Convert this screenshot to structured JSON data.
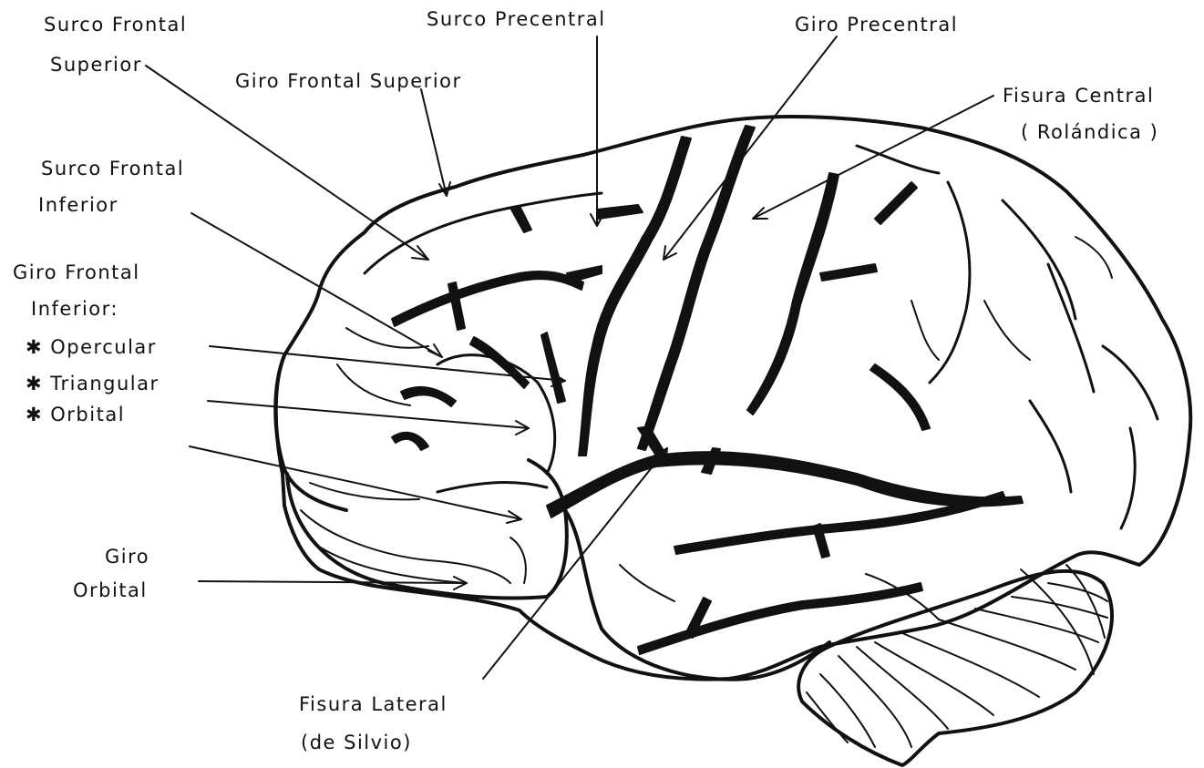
{
  "labels": {
    "surco_frontal_superior_1": "Surco Frontal",
    "surco_frontal_superior_2": "Superior",
    "surco_precentral": "Surco Precentral",
    "giro_precentral": "Giro Precentral",
    "giro_frontal_superior": "Giro Frontal Superior",
    "fisura_central_1": "Fisura Central",
    "fisura_central_2": "( Rolándica )",
    "surco_frontal_inferior_1": "Surco Frontal",
    "surco_frontal_inferior_2": "Inferior",
    "giro_frontal_inferior_1": "Giro Frontal",
    "giro_frontal_inferior_2": "Inferior:",
    "opercular": "✱ Opercular",
    "triangular": "✱ Triangular",
    "orbital": "✱ Orbital",
    "giro_orbital_1": "Giro",
    "giro_orbital_2": "Orbital",
    "fisura_lateral_1": "Fisura Lateral",
    "fisura_lateral_2": "(de Silvio)"
  }
}
